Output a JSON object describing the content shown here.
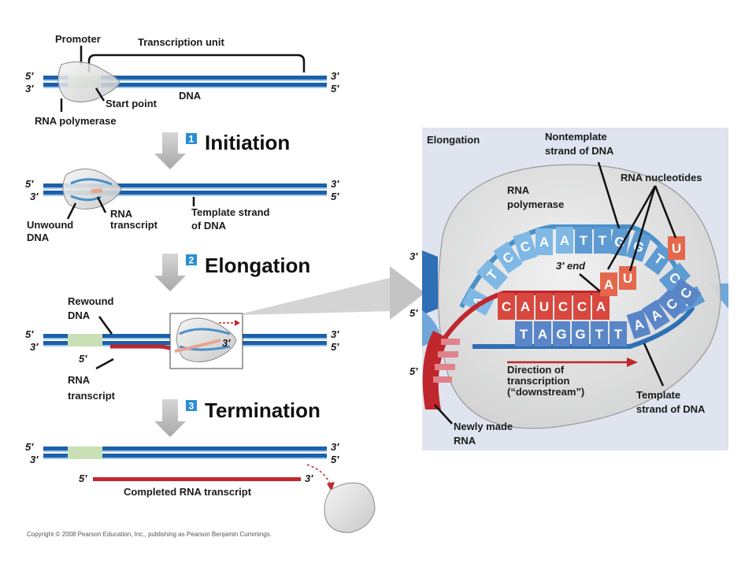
{
  "overview": {
    "promoter": "Promoter",
    "transcription_unit": "Transcription unit",
    "dna": "DNA",
    "start_point": "Start point",
    "rna_polymerase": "RNA polymerase",
    "five_prime": "5′",
    "three_prime": "3′"
  },
  "stages": [
    {
      "number": "1",
      "name": "Initiation"
    },
    {
      "number": "2",
      "name": "Elongation"
    },
    {
      "number": "3",
      "name": "Termination"
    }
  ],
  "initiation": {
    "unwound_dna": "Unwound\nDNA",
    "rna_transcript": "RNA\ntranscript",
    "template_strand": "Template strand\nof DNA"
  },
  "elongation": {
    "rewound_dna": "Rewound\nDNA",
    "rna_transcript": "RNA\ntranscript"
  },
  "termination": {
    "completed_rna": "Completed RNA transcript"
  },
  "detail": {
    "title": "Elongation",
    "nontemplate": "Nontemplate\nstrand of DNA",
    "rna_nucleotides": "RNA nucleotides",
    "rna_polymerase": "RNA\npolymerase",
    "three_end": "3′ end",
    "direction": "Direction of\ntranscription\n(“downstream”)",
    "template": "Template\nstrand of DNA",
    "newly_made": "Newly made\nRNA",
    "nontemplate_bases": [
      "A",
      "T",
      "C",
      "C",
      "A",
      "A",
      "T",
      "T",
      "G",
      "G",
      "T",
      "C",
      "A"
    ],
    "rna_bases": [
      "C",
      "A",
      "U",
      "C",
      "C",
      "A"
    ],
    "template_bases": [
      "T",
      "A",
      "G",
      "G",
      "T",
      "T",
      "A",
      "A",
      "C",
      "C"
    ],
    "incoming_nucleotides": [
      "A",
      "U",
      "U"
    ]
  },
  "copyright": "Copyright © 2008 Pearson Education, Inc., publishing as Pearson Benjamin Cummings."
}
